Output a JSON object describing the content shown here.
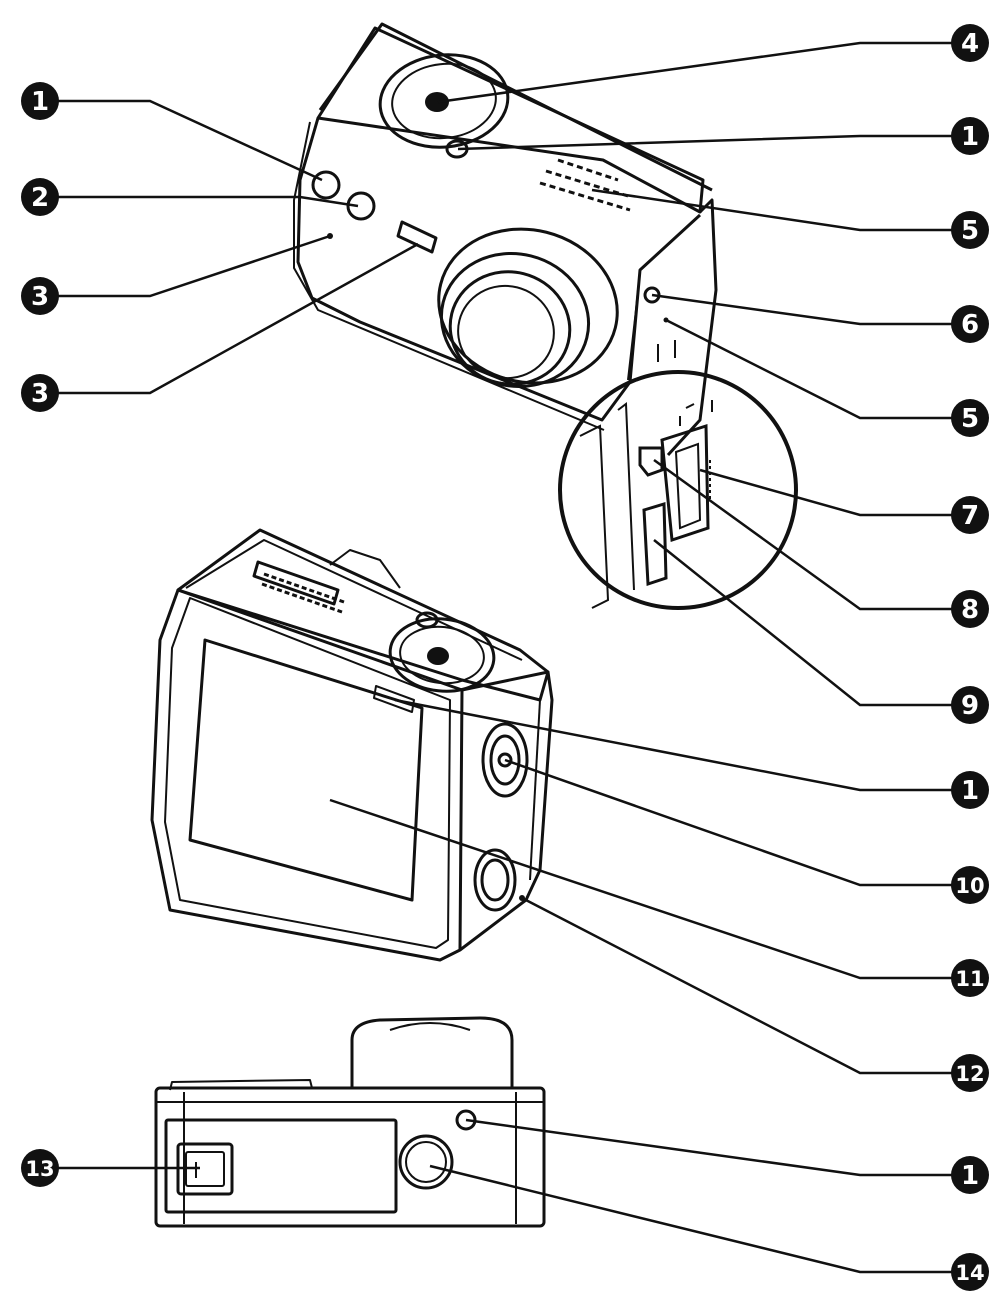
{
  "colors": {
    "ink": "#111111",
    "paper": "#ffffff"
  },
  "callouts": [
    {
      "id": "c-1-a",
      "label": "1"
    },
    {
      "id": "c-2",
      "label": "2"
    },
    {
      "id": "c-3-a",
      "label": "3"
    },
    {
      "id": "c-3-b",
      "label": "3"
    },
    {
      "id": "c-4",
      "label": "4"
    },
    {
      "id": "c-1-b",
      "label": "1"
    },
    {
      "id": "c-5-a",
      "label": "5"
    },
    {
      "id": "c-6",
      "label": "6"
    },
    {
      "id": "c-5-b",
      "label": "5"
    },
    {
      "id": "c-7",
      "label": "7"
    },
    {
      "id": "c-8",
      "label": "8"
    },
    {
      "id": "c-9",
      "label": "9"
    },
    {
      "id": "c-1-c",
      "label": "1"
    },
    {
      "id": "c-10",
      "label": "10"
    },
    {
      "id": "c-11",
      "label": "11"
    },
    {
      "id": "c-12",
      "label": "12"
    },
    {
      "id": "c-1-d",
      "label": "1"
    },
    {
      "id": "c-13",
      "label": "13"
    },
    {
      "id": "c-14",
      "label": "14"
    }
  ]
}
